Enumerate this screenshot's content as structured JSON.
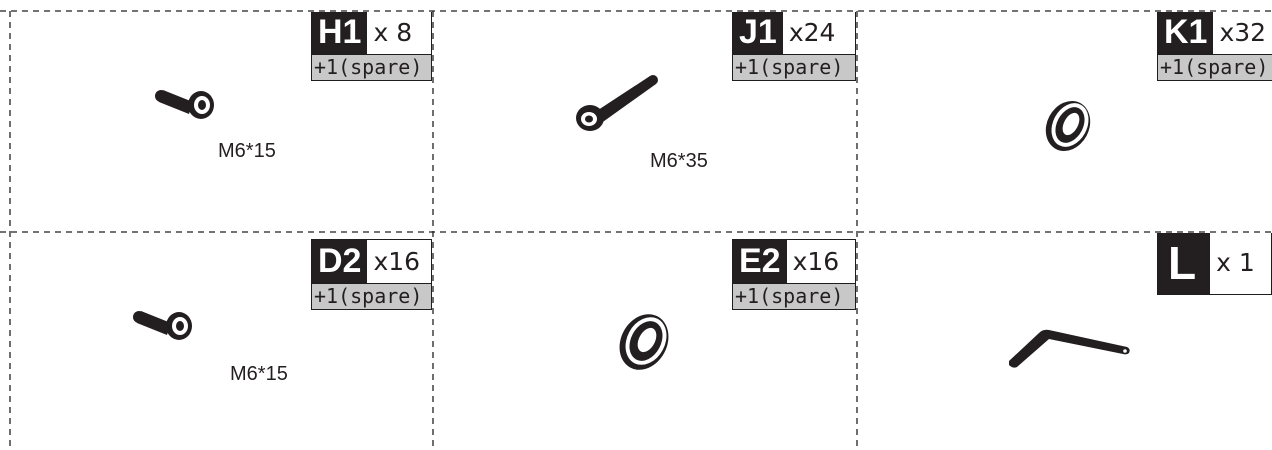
{
  "parts": [
    {
      "code": "H1",
      "qty": "x 8",
      "spare": "+1(spare)",
      "size": "M6*15",
      "icon": "bolt-short-icon"
    },
    {
      "code": "J1",
      "qty": "x24",
      "spare": "+1(spare)",
      "size": "M6*35",
      "icon": "bolt-long-icon"
    },
    {
      "code": "K1",
      "qty": "x32",
      "spare": "+1(spare)",
      "size": "",
      "icon": "washer-icon"
    },
    {
      "code": "D2",
      "qty": "x16",
      "spare": "+1(spare)",
      "size": "M6*15",
      "icon": "bolt-short-icon"
    },
    {
      "code": "E2",
      "qty": "x16",
      "spare": "+1(spare)",
      "size": "",
      "icon": "washer-icon"
    },
    {
      "code": "L",
      "qty": "x 1",
      "spare": "",
      "size": "",
      "icon": "allen-key-icon"
    }
  ]
}
